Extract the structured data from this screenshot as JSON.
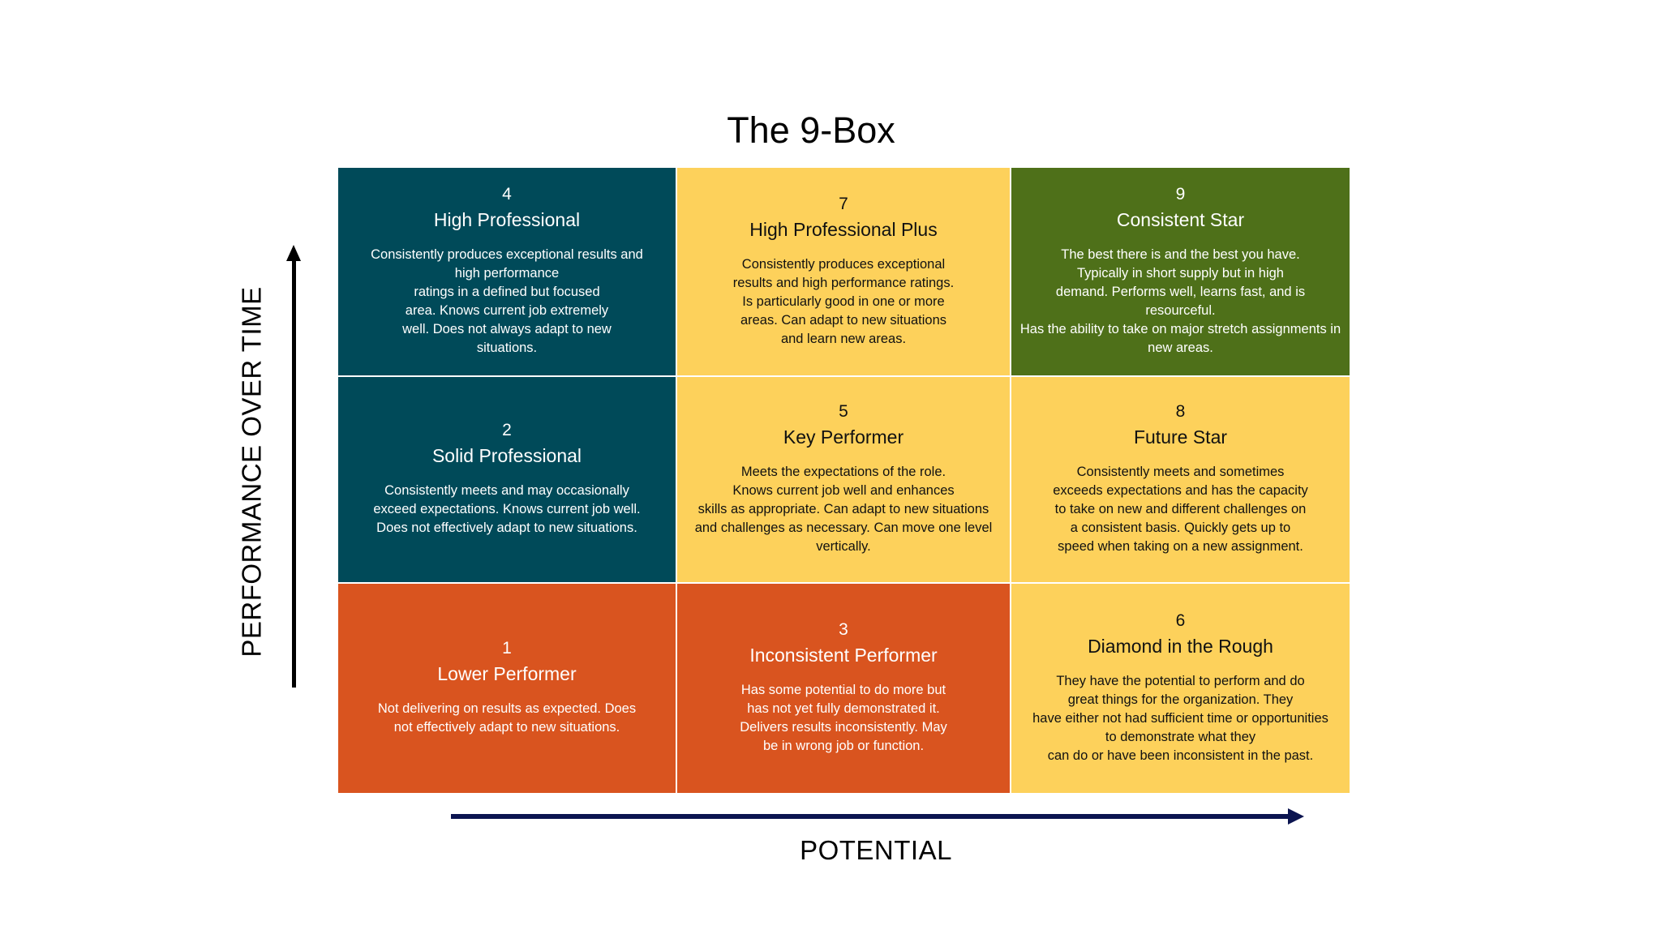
{
  "title": "The 9-Box",
  "y_axis_label": "PERFORMANCE OVER TIME",
  "x_axis_label": "POTENTIAL",
  "colors": {
    "teal": "#004a59",
    "gold": "#fdd15b",
    "green": "#4e7019",
    "orange": "#d9541f",
    "x_axis_arrow": "#0b1450",
    "y_axis_arrow": "#000000"
  },
  "boxes": [
    {
      "number": "4",
      "name": "High Professional",
      "description": "Consistently produces exceptional results and\nhigh performance\nratings in a defined but focused\narea.  Knows current job extremely\nwell.  Does not always adapt to new\nsituations.",
      "color": "teal"
    },
    {
      "number": "7",
      "name": "High Professional Plus",
      "description": "Consistently produces exceptional\nresults and high performance ratings.\nIs particularly good in one or more\nareas.  Can adapt to new situations\nand learn new areas.",
      "color": "gold"
    },
    {
      "number": "9",
      "name": "Consistent Star",
      "description": "The best there is and the best you have.\nTypically in short supply but in high\ndemand.  Performs well, learns fast, and is resourceful.\nHas the ability to take on major stretch assignments in\nnew areas.",
      "color": "green"
    },
    {
      "number": "2",
      "name": "Solid Professional",
      "description": "Consistently meets and may occasionally\nexceed expectations.  Knows current job well.\nDoes not effectively adapt to new situations.",
      "color": "teal"
    },
    {
      "number": "5",
      "name": "Key Performer",
      "description": "Meets the expectations of the role.\nKnows current job well and enhances\nskills as appropriate.  Can adapt to new situations\nand challenges as necessary.  Can move one level\nvertically.",
      "color": "gold"
    },
    {
      "number": "8",
      "name": "Future Star",
      "description": "Consistently meets and sometimes\nexceeds expectations and has the capacity\nto take on new and different challenges on\na consistent basis.  Quickly gets up to\nspeed when taking on a new assignment.",
      "color": "gold"
    },
    {
      "number": "1",
      "name": "Lower Performer",
      "description": "Not delivering on results as expected. Does\nnot effectively adapt to new situations.",
      "color": "orange"
    },
    {
      "number": "3",
      "name": "Inconsistent Performer",
      "description": "Has some potential to do more but\nhas not yet fully demonstrated it.\nDelivers results inconsistently.  May\nbe in wrong job or function.",
      "color": "orange"
    },
    {
      "number": "6",
      "name": "Diamond in the Rough",
      "description": "They have the potential to perform and do\ngreat things for the organization.  They\nhave either not had sufficient time or opportunities\nto demonstrate what they\ncan do or have been inconsistent in the past.",
      "color": "gold"
    }
  ]
}
